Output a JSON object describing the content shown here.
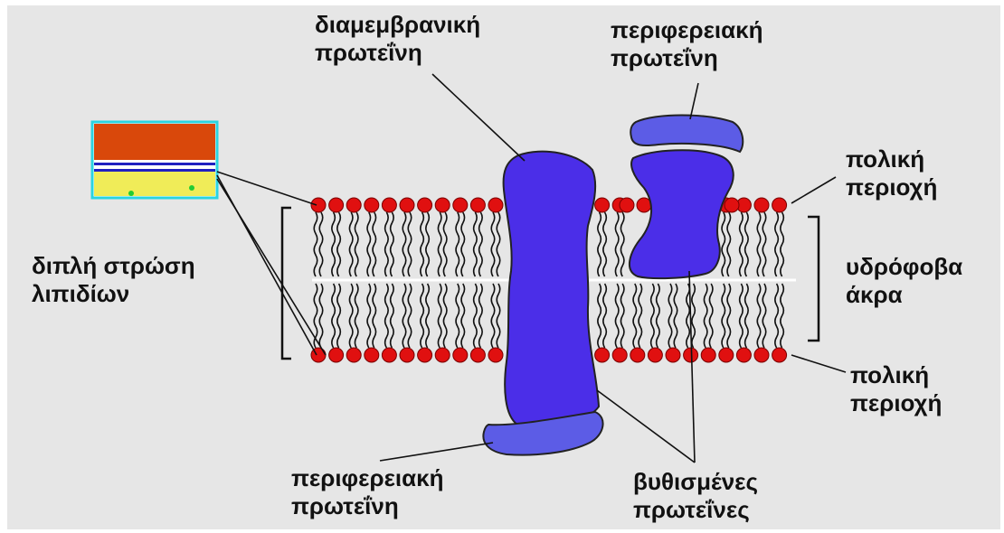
{
  "labels": {
    "transmembrane_protein": [
      "διαμεμβρανική",
      "πρωτεΐνη"
    ],
    "peripheral_protein_top": [
      "περιφερειακή",
      "πρωτεΐνη"
    ],
    "polar_region_top": [
      "πολική",
      "περιοχή"
    ],
    "lipid_bilayer": [
      "διπλή στρώση",
      "λιπιδίων"
    ],
    "hydrophobic_tails": [
      "υδρόφοβα",
      "άκρα"
    ],
    "polar_region_bottom": [
      "πολική",
      "περιοχή"
    ],
    "peripheral_protein_bottom": [
      "περιφερειακή",
      "πρωτεΐνη"
    ],
    "embedded_proteins": [
      "βυθισμένες",
      "πρωτεΐνες"
    ]
  },
  "colors": {
    "background": "#e6e6e6",
    "head": "#e01010",
    "protein": "#4b2ee8",
    "peripheral_protein": "#5c5ce6",
    "inset_top": "#d9480b",
    "inset_bottom": "#f0ec58",
    "inset_border": "#2ad4e0"
  }
}
